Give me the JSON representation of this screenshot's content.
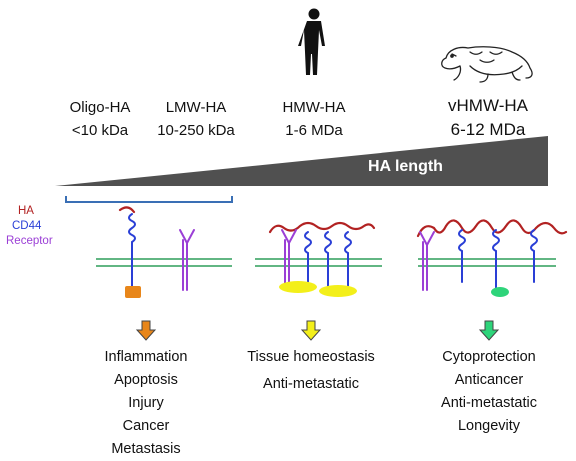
{
  "categories": [
    {
      "name": "Oligo-HA",
      "size": "<10 kDa"
    },
    {
      "name": "LMW-HA",
      "size": "10-250 kDa"
    },
    {
      "name": "HMW-HA",
      "size": "1-6 MDa"
    },
    {
      "name": "vHMW-HA",
      "size": "6-12 MDa"
    }
  ],
  "gradient_label": "HA length",
  "legend": [
    {
      "label": "HA",
      "color": "#b22222"
    },
    {
      "label": "CD44",
      "color": "#2a3fd6"
    },
    {
      "label": "Receptor",
      "color": "#9b3fd6"
    }
  ],
  "colors": {
    "ha": "#b22222",
    "cd44": "#2a3fd6",
    "receptor": "#9b3fd6",
    "membrane": "#2e9e5a",
    "wedge": "#505050",
    "bracket": "#3a6fb5",
    "arrow_orange": "#e8861a",
    "arrow_yellow": "#f3ef1a",
    "arrow_green": "#2ed47a",
    "box_orange": "#e8861a",
    "oval_yellow": "#f3ef1a",
    "oval_green": "#2ed47a"
  },
  "icons": [
    "human-silhouette-icon",
    "naked-mole-rat-icon"
  ],
  "outcomes": {
    "low": [
      "Inflammation",
      "Apoptosis",
      "Injury",
      "Cancer",
      "Metastasis"
    ],
    "high": [
      "Tissue homeostasis",
      "Anti-metastatic"
    ],
    "very_high": [
      "Cytoprotection",
      "Anticancer",
      "Anti-metastatic",
      "Longevity"
    ]
  }
}
